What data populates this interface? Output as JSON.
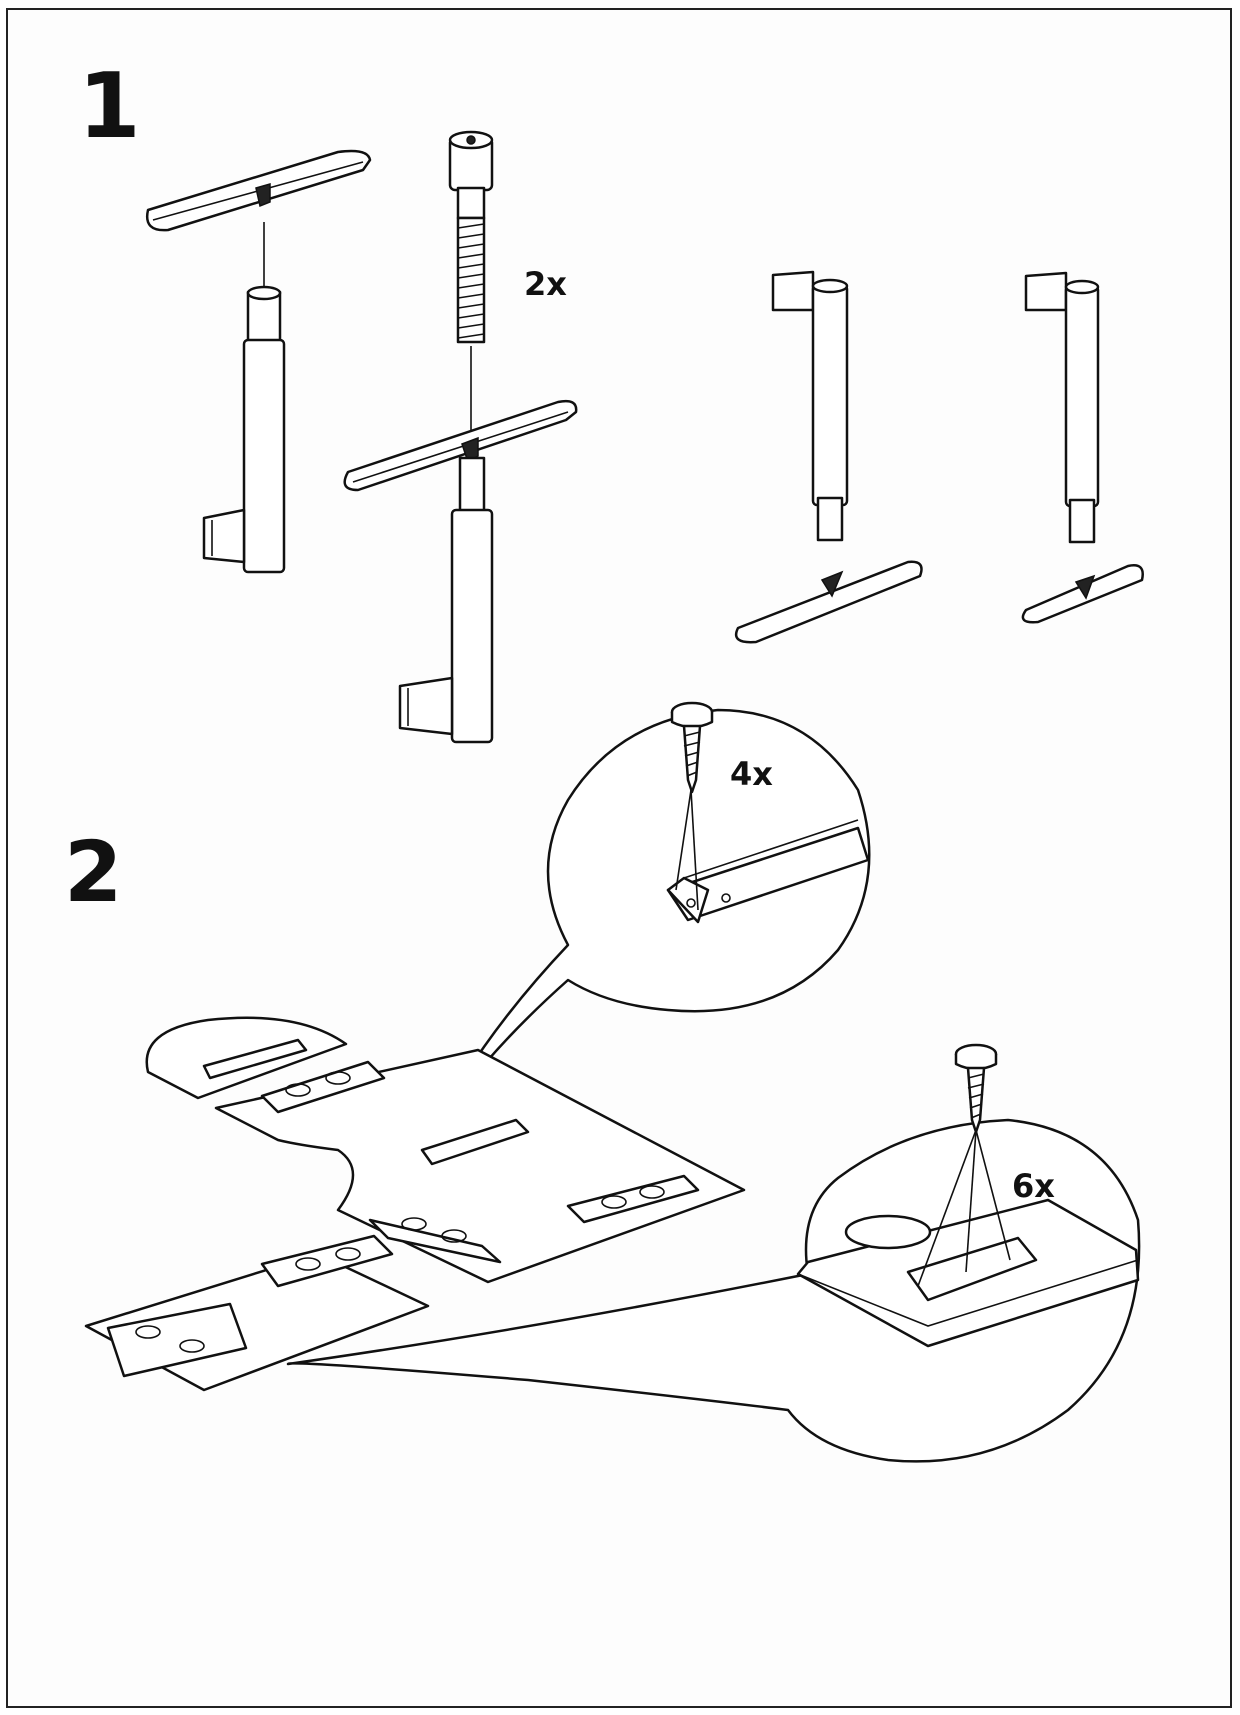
{
  "steps": [
    {
      "number": "1",
      "quantity_labels": [
        "2x"
      ]
    },
    {
      "number": "2",
      "quantity_labels": [
        "4x",
        "6x"
      ]
    }
  ],
  "parts": {
    "bolt": "socket-head-bolt",
    "screw": "pan-head-wood-screw"
  }
}
